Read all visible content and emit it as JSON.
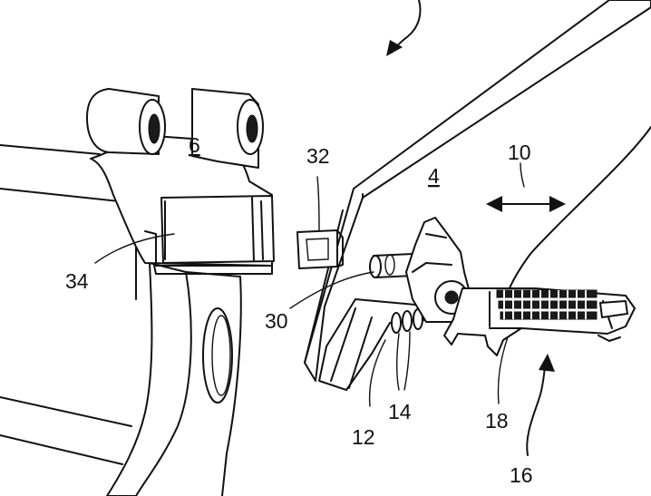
{
  "figure": {
    "labels": {
      "part_6": "6",
      "part_4": "4",
      "part_10": "10",
      "part_32": "32",
      "part_34": "34",
      "part_30": "30",
      "part_12": "12",
      "part_14": "14",
      "part_18": "18",
      "part_16": "16"
    }
  }
}
